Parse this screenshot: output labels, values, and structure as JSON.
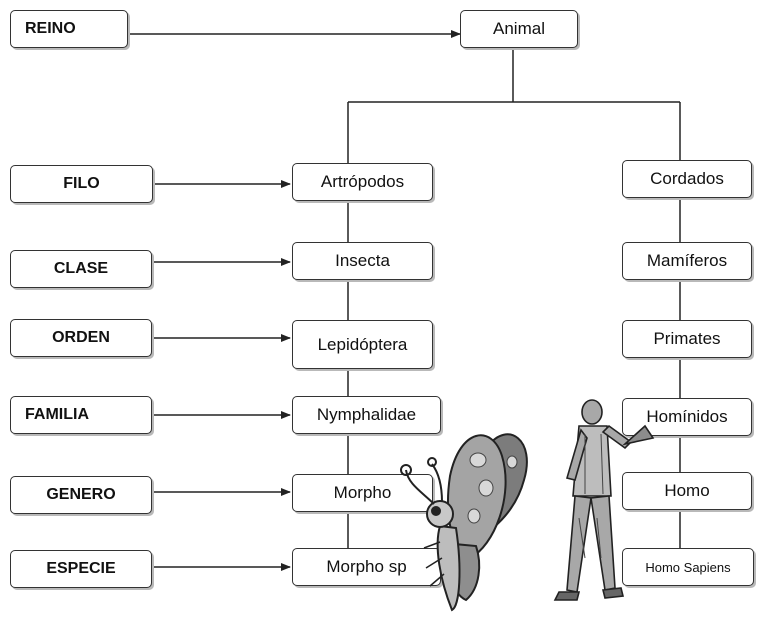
{
  "ranks": {
    "reino": "REINO",
    "filo": "FILO",
    "clase": "CLASE",
    "orden": "ORDEN",
    "familia": "FAMILIA",
    "genero": "GENERO",
    "especie": "ESPECIE"
  },
  "root": "Animal",
  "arthropod_branch": [
    "Artrópodos",
    "Insecta",
    "Lepidóptera",
    "Nymphalidae",
    "Morpho",
    "Morpho sp"
  ],
  "chordate_branch": [
    "Cordados",
    "Mamíferos",
    "Primates",
    "Homínidos",
    "Homo",
    "Homo Sapiens"
  ],
  "illustrations": [
    "butterfly",
    "man-with-trumpet"
  ],
  "colors": {
    "line": "#222222",
    "box_border": "#333333",
    "shadow": "#b9b9b9",
    "clipart": "#9a9a9a"
  }
}
